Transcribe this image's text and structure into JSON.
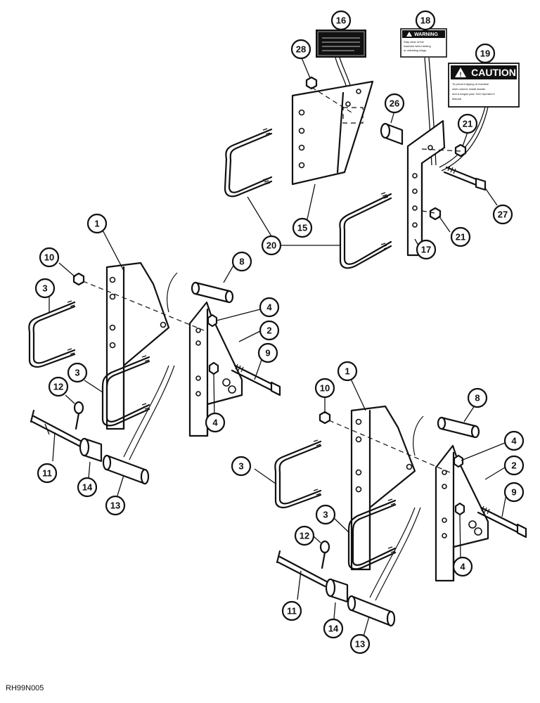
{
  "figure": {
    "code": "RH99N005"
  },
  "decals": {
    "warning": {
      "header": "WARNING",
      "lines": [
        "Stay clear of the",
        "machine when folding",
        "or unfolding wings"
      ]
    },
    "caution": {
      "header": "CAUTION",
      "lines": [
        "To prevent tipping of machine",
        "when stored, install stands",
        "and a tongue jack. See Operator's",
        "Manual"
      ]
    }
  },
  "callouts": {
    "n1": "1",
    "n2": "2",
    "n3": "3",
    "n4": "4",
    "n8": "8",
    "n9": "9",
    "n10": "10",
    "n11": "11",
    "n12": "12",
    "n13": "13",
    "n14": "14",
    "n15": "15",
    "n16": "16",
    "n17": "17",
    "n18": "18",
    "n19": "19",
    "n20": "20",
    "n21": "21",
    "n26": "26",
    "n27": "27",
    "n28": "28"
  }
}
